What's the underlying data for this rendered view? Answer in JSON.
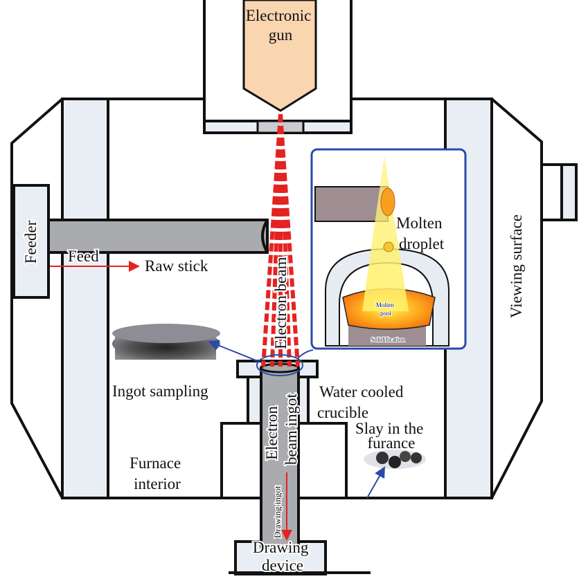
{
  "labels": {
    "electronic_gun": [
      "Electronic",
      "gun"
    ],
    "feeder": "Feeder",
    "feed": "Feed",
    "raw_stick": "Raw stick",
    "electron_beam": "Electron beam",
    "viewing_surface": "Viewing surface",
    "molten_droplet": [
      "Molten",
      "droplet"
    ],
    "molten_pool": [
      "Molten",
      "pool"
    ],
    "solidification": "Solidification",
    "ingot_sampling": "Ingot sampling",
    "water_cooled_crucible": [
      "Water cooled",
      "crucible"
    ],
    "electron_beam_ingot": [
      "Electron",
      "beam ingot"
    ],
    "slag": [
      "Slay in the",
      "furance"
    ],
    "furnace_interior": [
      "Furnace",
      "interior"
    ],
    "drawing_ingot": "Drawing ingot",
    "drawing_device": [
      "Drawing",
      "device"
    ]
  },
  "colors": {
    "beam": "#e52222",
    "callout": "#2a4aa8",
    "gun": "#f9d5b0",
    "panel": "#e8eef4",
    "ingot": "#a9abae"
  }
}
